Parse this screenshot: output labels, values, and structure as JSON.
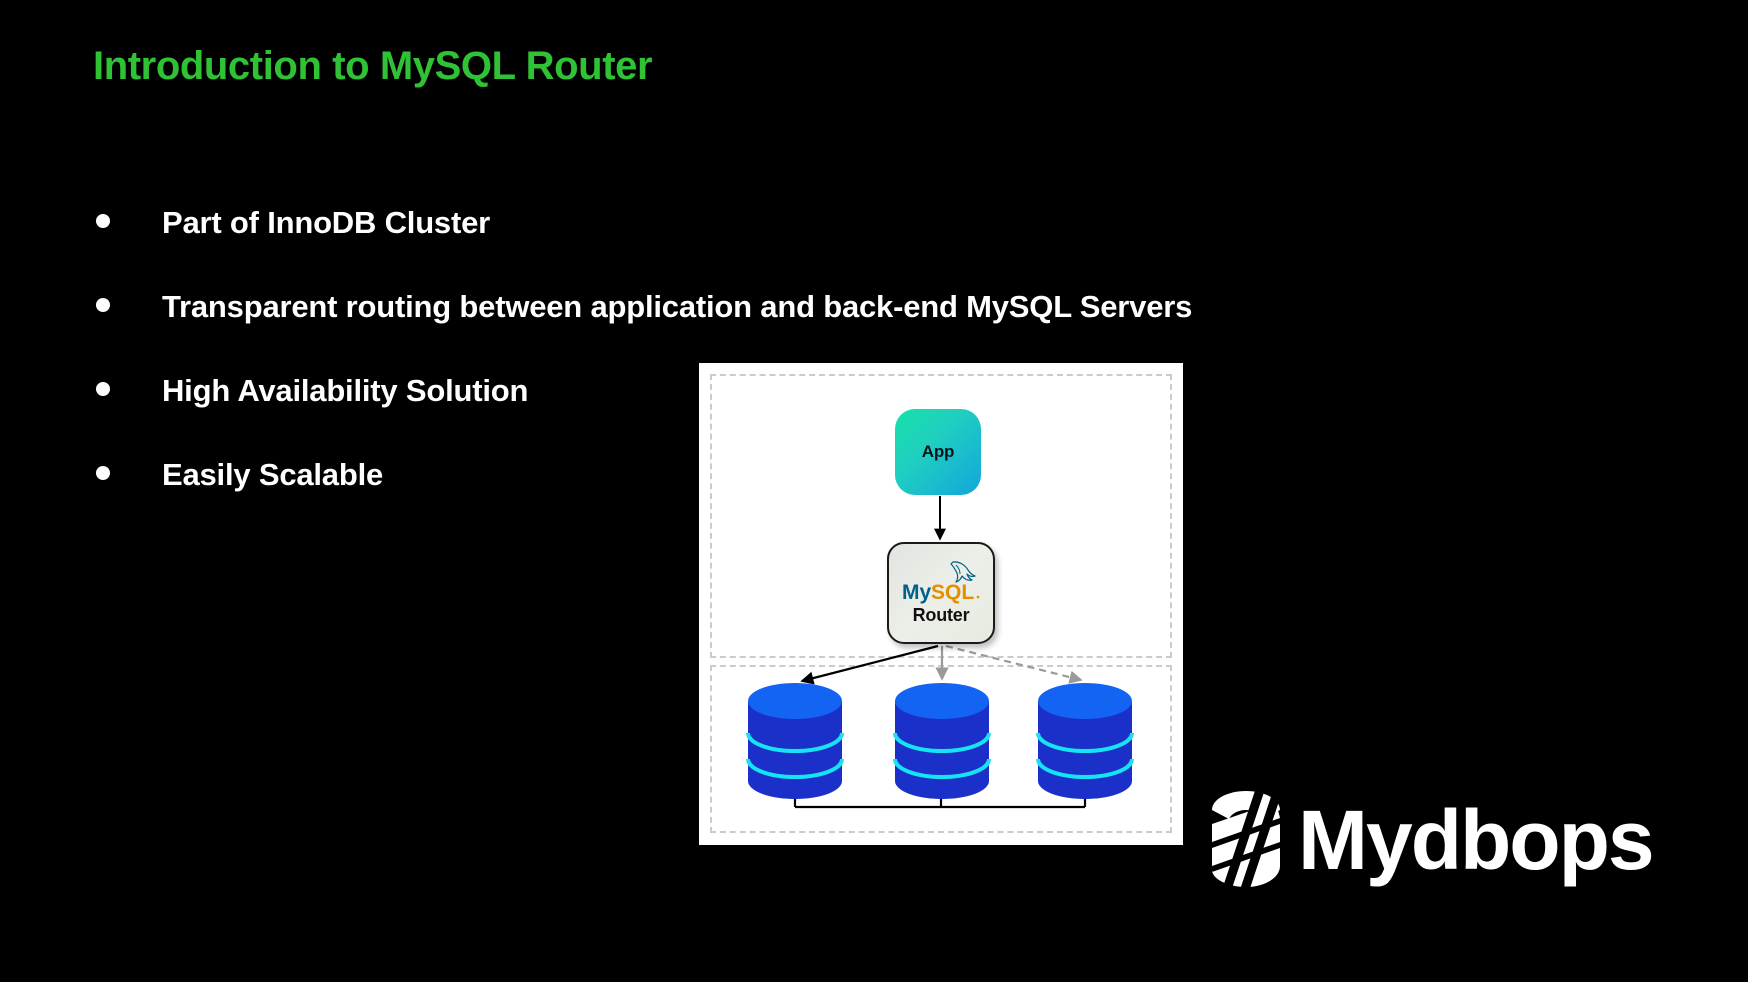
{
  "slide": {
    "title": "Introduction to MySQL Router",
    "title_color": "#2fc235",
    "background_color": "#000000",
    "text_color": "#ffffff"
  },
  "bullets": [
    {
      "text": "Part of InnoDB Cluster"
    },
    {
      "text": "Transparent routing between application and back-end MySQL Servers"
    },
    {
      "text": "High Availability Solution"
    },
    {
      "text": "Easily Scalable"
    }
  ],
  "diagram": {
    "panel_background": "#ffffff",
    "tier_border_color": "#c9cbcd",
    "app": {
      "label": "App",
      "gradient_from": "#18e0a8",
      "gradient_to": "#12a6dc"
    },
    "router": {
      "label": "Router",
      "logo_name": "mysql-logo",
      "logo_text_left": "My",
      "logo_text_right": "SQL",
      "logo_color_left": "#00618a",
      "logo_color_right": "#e48e00",
      "background": "#e9ebe5"
    },
    "databases": [
      {
        "name": "database-1",
        "body_color": "#1a30c8",
        "top_color": "#1464f4",
        "band_color": "#16e4f4"
      },
      {
        "name": "database-2",
        "body_color": "#1a30c8",
        "top_color": "#1464f4",
        "band_color": "#16e4f4"
      },
      {
        "name": "database-3",
        "body_color": "#1a30c8",
        "top_color": "#1464f4",
        "band_color": "#16e4f4"
      }
    ],
    "connections": [
      {
        "from": "app",
        "to": "router",
        "style": "solid",
        "color": "#000000"
      },
      {
        "from": "router",
        "to": "database-1",
        "style": "solid",
        "color": "#000000"
      },
      {
        "from": "router",
        "to": "database-2",
        "style": "dashed",
        "color": "#9a9a9a"
      },
      {
        "from": "router",
        "to": "database-3",
        "style": "dashed",
        "color": "#9a9a9a"
      }
    ]
  },
  "branding": {
    "name": "Mydbops",
    "color": "#ffffff"
  }
}
